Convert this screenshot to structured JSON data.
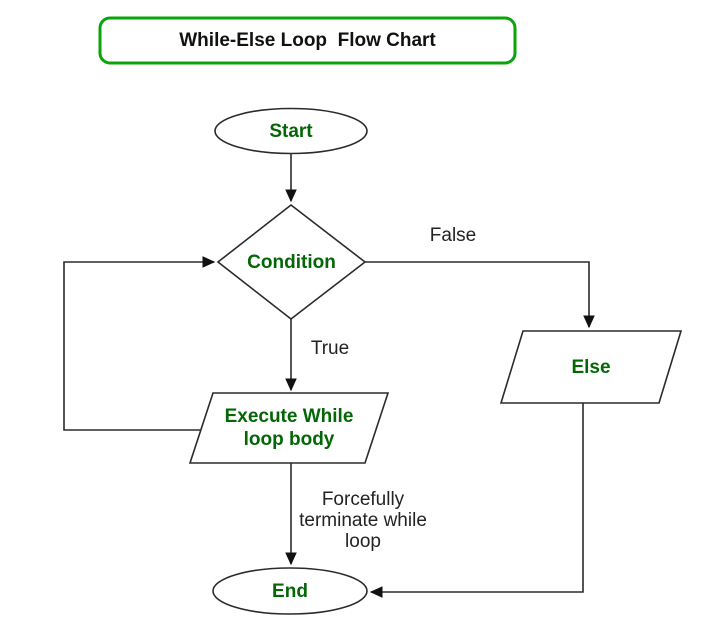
{
  "title": {
    "label": "While-Else Loop  Flow Chart"
  },
  "colors": {
    "title_border": "#0aa30a",
    "node_text": "#056608",
    "stroke": "#2b2b2b",
    "label_text": "#232323"
  },
  "nodes": {
    "start": {
      "label": "Start",
      "shape": "ellipse"
    },
    "condition": {
      "label": "Condition",
      "shape": "diamond"
    },
    "execute_while": {
      "line1": "Execute While",
      "line2": "loop body",
      "shape": "parallelogram"
    },
    "else_block": {
      "label": "Else",
      "shape": "parallelogram"
    },
    "end": {
      "label": "End",
      "shape": "ellipse"
    }
  },
  "edges": {
    "condition_false": {
      "label": "False"
    },
    "condition_true": {
      "label": "True"
    },
    "execute_to_end": {
      "line1": "Forcefully",
      "line2": "terminate while",
      "line3": "loop"
    }
  }
}
